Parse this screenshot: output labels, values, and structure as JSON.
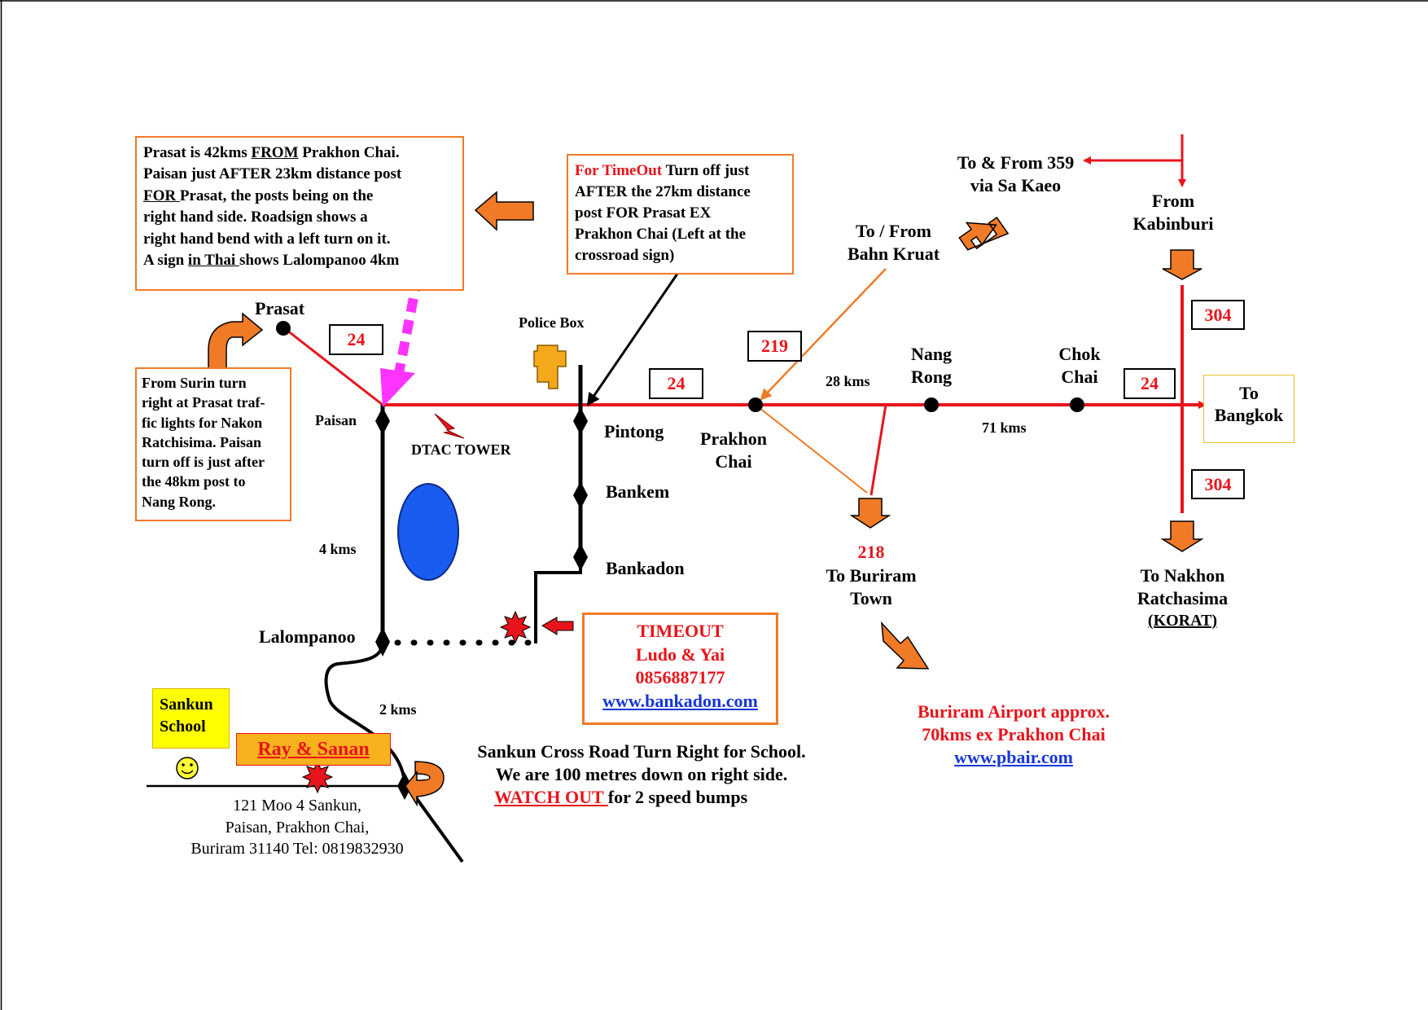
{
  "notes": {
    "prasat_note": {
      "line1_a": "Prasat is 42kms ",
      "line1_b": "FROM",
      "line1_c": " Prakhon Chai.",
      "line2": "Paisan just AFTER 23km distance post",
      "line3_a": "FOR ",
      "line3_b": "Prasat, the posts being on the",
      "line4": "right hand side. Roadsign shows a",
      "line5": "right hand bend with a left turn on it.",
      "line6_a": "A sign ",
      "line6_b": "in Thai ",
      "line6_c": "shows Lalompanoo 4km"
    },
    "timeout_note": {
      "line1_a": "For TimeOut",
      "line1_b": " Turn off just",
      "line2": "AFTER the 27km distance",
      "line3": "post FOR Prasat EX",
      "line4": "Prakhon Chai (Left at the",
      "line5": "crossroad sign)"
    },
    "surin_note": {
      "line1": "From Surin turn",
      "line2": "right at Prasat traf-",
      "line3": "fic lights for Nakon",
      "line4": "Ratchisima.  Paisan",
      "line5": "turn off is just after",
      "line6": "the 48km post to",
      "line7": "Nang Rong."
    }
  },
  "contact_box": {
    "name": "TIMEOUT",
    "owners": "Ludo & Yai",
    "phone": "0856887177",
    "website": "www.bankadon.com"
  },
  "road_numbers": {
    "r24_prasat": "24",
    "r24_pintong": "24",
    "r24_chokchai": "24",
    "r219": "219",
    "r304_top": "304",
    "r304_bottom": "304"
  },
  "places": {
    "prasat": "Prasat",
    "paisan": "Paisan",
    "police_box": "Police Box",
    "dtac_tower": "DTAC TOWER",
    "pintong": "Pintong",
    "bankem": "Bankem",
    "bankadon": "Bankadon",
    "lalompanoo": "Lalompanoo",
    "prakhon_chai_1": "Prakhon",
    "prakhon_chai_2": "Chai",
    "nang_rong_1": "Nang",
    "nang_rong_2": "Rong",
    "chok_chai_1": "Chok",
    "chok_chai_2": "Chai",
    "to_bangkok_1": "To",
    "to_bangkok_2": "Bangkok",
    "from_kabinburi_1": "From",
    "from_kabinburi_2": "Kabinburi",
    "to_from_359_1": "To & From 359",
    "to_from_359_2": "via Sa Kaeo",
    "bahn_kruat_1": "To / From",
    "bahn_kruat_2": "Bahn Kruat",
    "road_218": "218",
    "buriram_town_1": "To Buriram",
    "buriram_town_2": "Town",
    "korat_1": "To Nakhon",
    "korat_2": "Ratchasima",
    "korat_3": "(KORAT)",
    "sankun_school_1": "Sankun",
    "sankun_school_2": "School",
    "ray_sanan": "Ray & Sanan"
  },
  "distances": {
    "kms_4": "4 kms",
    "kms_2": "2 kms",
    "kms_28": "28 kms",
    "kms_71": "71 kms"
  },
  "directions": {
    "line1": "Sankun Cross  Road Turn Right for School.",
    "line2": "We are 100 metres down on right side.",
    "line3_a": "WATCH OUT ",
    "line3_b": "for 2 speed bumps"
  },
  "address": {
    "line1": "121 Moo 4 Sankun,",
    "line2": "Paisan, Prakhon Chai,",
    "line3": "Buriram  31140     Tel: 0819832930"
  },
  "airport": {
    "line1": "Buriram Airport approx.",
    "line2": "70kms ex Prakhon Chai",
    "website": "www.pbair.com"
  },
  "colors": {
    "main_road": "#e8141b",
    "local_road": "#000000",
    "arrow_orange": "#f07a26",
    "note_border": "#f07a26",
    "highlight_yellow": "#ffff00",
    "lake_blue": "#1a5cf0",
    "link_blue": "#1636d8",
    "marker_magenta": "#ff33ff"
  }
}
